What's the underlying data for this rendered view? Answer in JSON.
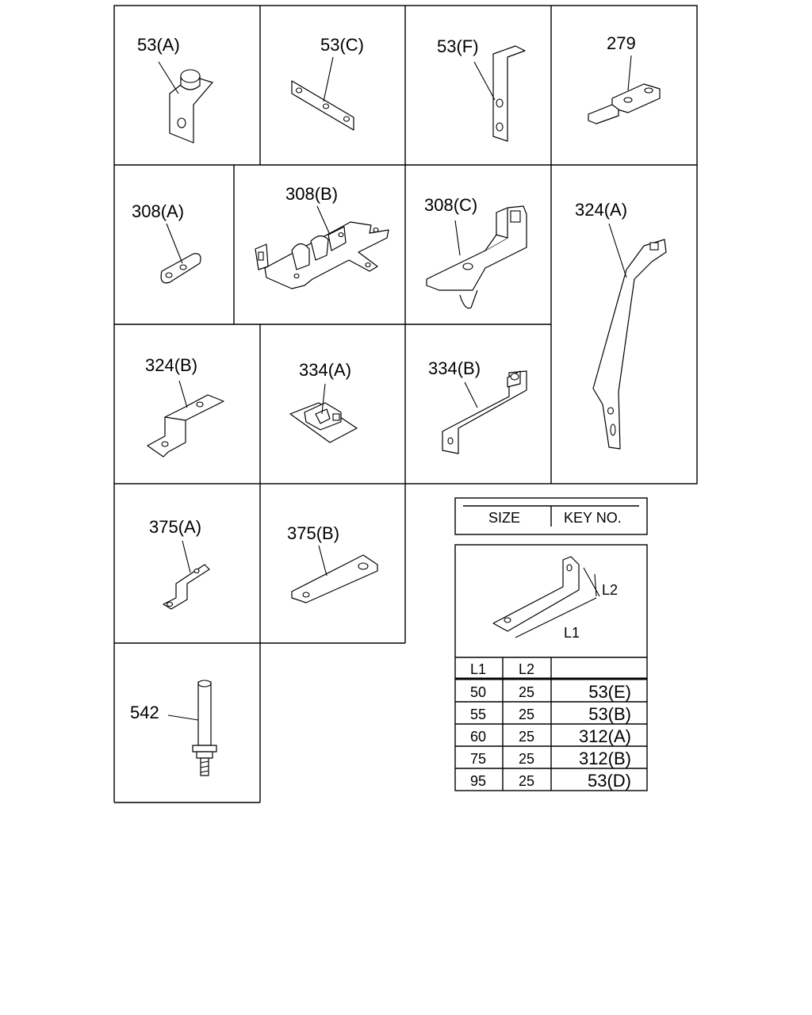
{
  "parts": [
    {
      "id": "p53a",
      "label": "53(A)"
    },
    {
      "id": "p53c",
      "label": "53(C)"
    },
    {
      "id": "p53f",
      "label": "53(F)"
    },
    {
      "id": "p279",
      "label": "279"
    },
    {
      "id": "p308a",
      "label": "308(A)"
    },
    {
      "id": "p308b",
      "label": "308(B)"
    },
    {
      "id": "p308c",
      "label": "308(C)"
    },
    {
      "id": "p324a",
      "label": "324(A)"
    },
    {
      "id": "p324b",
      "label": "324(B)"
    },
    {
      "id": "p334a",
      "label": "334(A)"
    },
    {
      "id": "p334b",
      "label": "334(B)"
    },
    {
      "id": "p375a",
      "label": "375(A)"
    },
    {
      "id": "p375b",
      "label": "375(B)"
    },
    {
      "id": "p542",
      "label": "542"
    }
  ],
  "size_table": {
    "header_size": "SIZE",
    "header_key": "KEY NO.",
    "dim_l1": "L1",
    "dim_l2": "L2",
    "col_l1": "L1",
    "col_l2": "L2",
    "rows": [
      {
        "l1": "50",
        "l2": "25",
        "key": "53(E)"
      },
      {
        "l1": "55",
        "l2": "25",
        "key": "53(B)"
      },
      {
        "l1": "60",
        "l2": "25",
        "key": "312(A)"
      },
      {
        "l1": "75",
        "l2": "25",
        "key": "312(B)"
      },
      {
        "l1": "95",
        "l2": "25",
        "key": "53(D)"
      }
    ]
  }
}
